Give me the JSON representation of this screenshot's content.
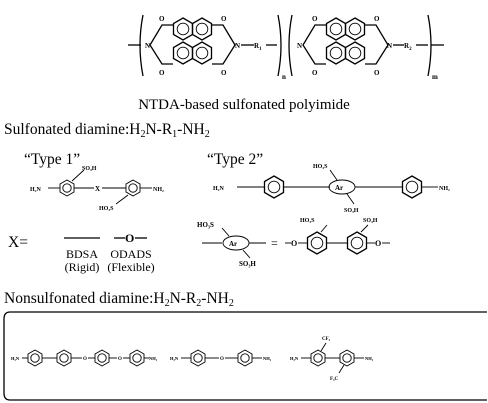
{
  "polymer": {
    "caption": "NTDA-based sulfonated polyimide",
    "atom_o": "O",
    "atom_n": "N",
    "r1": "R",
    "r1_sub": "1",
    "r2": "R",
    "r2_sub": "2",
    "n": "n",
    "m": "m"
  },
  "sulfonated": {
    "prefix": "Sulfonated diamine:",
    "h2n": "H",
    "h2n_sub": "2",
    "h2n_rest": "N-R",
    "r_sub": "1",
    "nh2": "-NH",
    "nh2_sub": "2"
  },
  "type1": {
    "label": "“Type 1”",
    "so3h_top": "SO₃H",
    "h2n": "H₂N",
    "x": "X",
    "nh2": "NH₂",
    "ho3s": "HO₃S"
  },
  "type2": {
    "label": "“Type 2”",
    "ho3s": "HO₃S",
    "h2n": "H₂N",
    "ar": "Ar",
    "nh2": "NH₂",
    "so3h": "SO₃H"
  },
  "x_def": {
    "label": "X=",
    "bdsa": "BDSA",
    "rigid": "(Rigid)",
    "odads_o": "O",
    "odads": "ODADS",
    "flexible": "(Flexible)"
  },
  "ar_def": {
    "ho3s": "HO₃S",
    "ar": "Ar",
    "so3h": "SO₃H",
    "equals": "=",
    "biphenyl_ho3s": "HO₃S",
    "biphenyl_so3h": "SO₃H",
    "o_left": "O",
    "o_right": "O"
  },
  "nonsulfonated": {
    "prefix": "Nonsulfonated diamine:",
    "h2n": "H",
    "h2n_sub": "2",
    "h2n_rest": "N-R",
    "r_sub": "2",
    "nh2": "-NH",
    "nh2_sub": "2"
  },
  "nons_struct": {
    "s1_h2n": "H₂N",
    "s1_o1": "O",
    "s1_o2": "O",
    "s1_nh2": "NH₂",
    "s2_h2n": "H₂N",
    "s2_o": "O",
    "s2_nh2": "NH₂",
    "s3_h2n": "H₂N",
    "s3_cf3_top": "CF₃",
    "s3_cf3_bot": "F₃C",
    "s3_nh2": "NH₂"
  }
}
